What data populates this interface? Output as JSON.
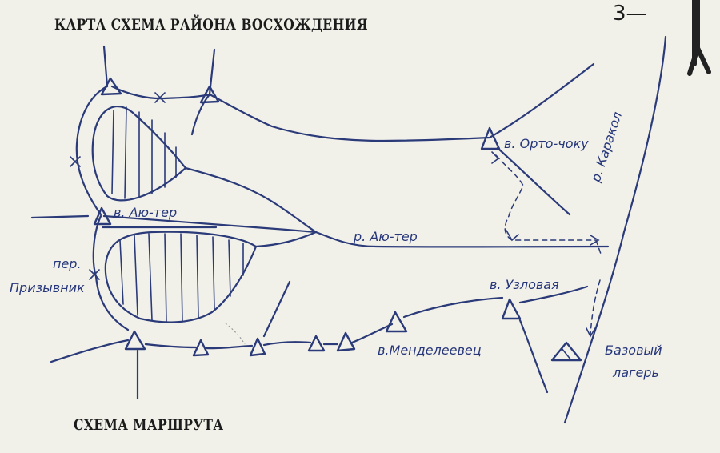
{
  "header_title": "КАРТА СХЕМА РАЙОНА ВОСХОЖДЕНИЯ",
  "page_number": "3",
  "footer_title": "СХЕМА МАРШРУТА",
  "labels": {
    "peak_orto_choku": "в. Орто-чоку",
    "peak_ayu_ter": "в. Аю-тер",
    "river_ayu_ter": "р. Аю-тер",
    "river_karakol": "р. Каракол",
    "pass_line1": "пер.",
    "pass_line2": "Призывник",
    "peak_uzlovaya": "в. Узловая",
    "peak_mendeleevets": "в.Менделеевец",
    "base_camp_line1": "Базовый",
    "base_camp_line2": "лагерь"
  },
  "colors": {
    "ink": "#2b3a78",
    "paper": "#f1f1ea",
    "type": "#1c1c1c"
  }
}
